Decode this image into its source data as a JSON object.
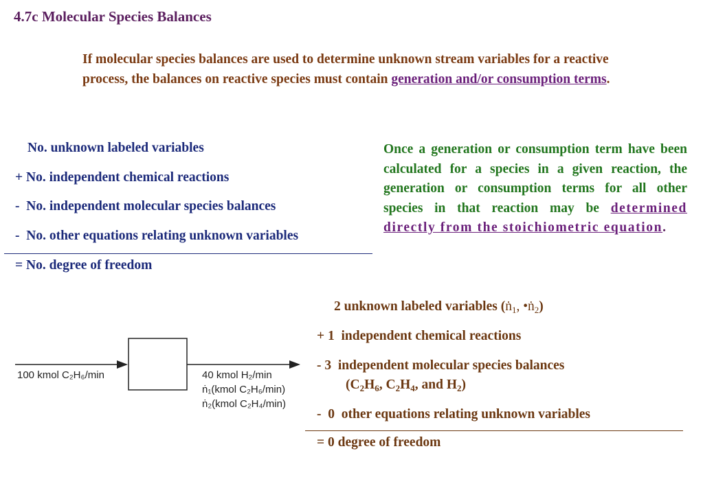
{
  "title": "4.7c Molecular Species Balances",
  "intro": {
    "text": "If molecular species balances are used to determine unknown stream variables for a reactive process, the balances on reactive species must contain ",
    "link": "generation and/or consumption terms",
    "end": "."
  },
  "general": {
    "line1": "No. unknown labeled variables",
    "line2": "+ No. independent chemical reactions",
    "line3_sign": "-",
    "line3": "No. independent molecular species balances",
    "line4_sign": "-",
    "line4": "No. other equations relating unknown variables",
    "result": "= No. degree of freedom"
  },
  "note": {
    "text": "Once a generation or consumption term have been calculated for a species in a given reaction, the generation or consumption terms for all other species in that reaction may be ",
    "link": "determined directly from the stoichiometric equation",
    "end": "."
  },
  "example": {
    "line1": "2 unknown labeled variables (",
    "var1": "ṅ",
    "var1_sub": "1",
    "sep": ", •",
    "var2": "ṅ",
    "var2_sub": "2",
    "line1_end": ")",
    "line2_sign": "+ 1",
    "line2": "independent chemical reactions",
    "line3_sign": "-  3",
    "line3": "independent molecular species balances",
    "species_open": "(C",
    "s1": "2",
    "s2": "H",
    "s3": "6",
    "s4": ", C",
    "s5": "2",
    "s6": "H",
    "s7": "4",
    "s8": ", and H",
    "s9": "2",
    "species_close": ")",
    "line4_sign": "-",
    "line4_num": "0",
    "line4": "other equations relating unknown variables",
    "result": "= 0  degree of freedom"
  },
  "diagram": {
    "feed": "100 kmol C₂H₆/min",
    "out1": "40 kmol  H₂/min",
    "out2": "ṅ₁(kmol C₂H₆/min)",
    "out3": "ṅ₂(kmol C₂H₄/min)"
  }
}
